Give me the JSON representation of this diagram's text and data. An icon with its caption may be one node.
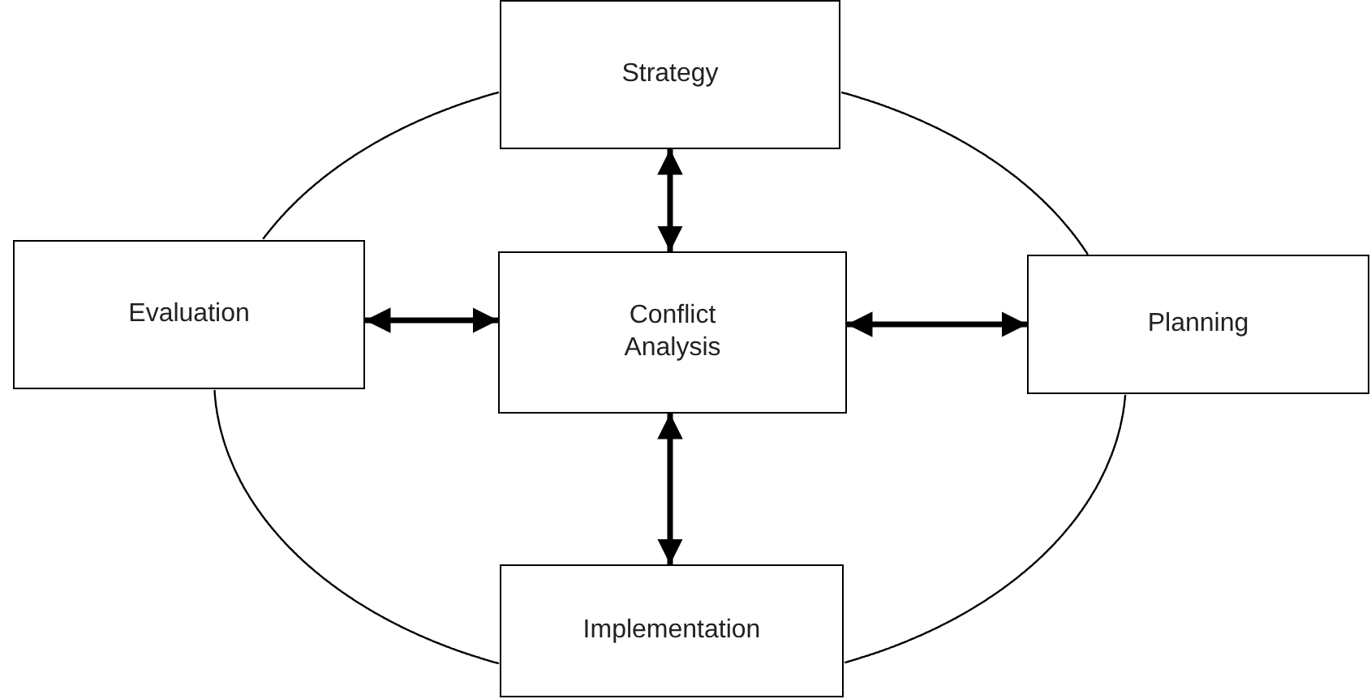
{
  "diagram": {
    "nodes": [
      {
        "text": [
          "Strategy"
        ]
      },
      {
        "text": [
          "Evaluation"
        ]
      },
      {
        "text": [
          "Conflict Analysis"
        ]
      },
      {
        "text": [
          "Planning"
        ]
      },
      {
        "text": [
          "Implementation"
        ]
      }
    ],
    "edges": [
      {
        "from": 0,
        "to": 2,
        "arrow": "both",
        "style": "thick"
      },
      {
        "from": 1,
        "to": 2,
        "arrow": "both",
        "style": "thick"
      },
      {
        "from": 2,
        "to": 3,
        "arrow": "both",
        "style": "thick"
      },
      {
        "from": 2,
        "to": 4,
        "arrow": "both",
        "style": "thick"
      },
      {
        "from": 0,
        "to": 3,
        "arrow": "none"
      },
      {
        "from": 3,
        "to": 4,
        "arrow": "none"
      },
      {
        "from": 4,
        "to": 1,
        "arrow": "none"
      },
      {
        "from": 1,
        "to": 0,
        "arrow": "none"
      }
    ]
  }
}
